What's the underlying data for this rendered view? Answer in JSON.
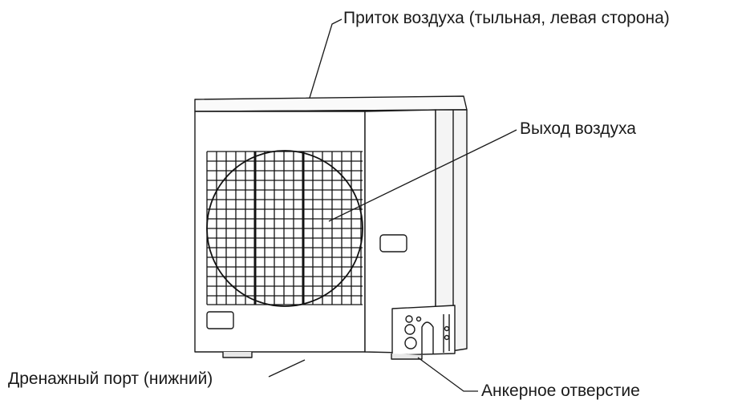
{
  "labels": {
    "air_intake": "Приток воздуха (тыльная, левая сторона)",
    "air_outlet": "Выход воздуха",
    "drain_port": "Дренажный порт (нижний)",
    "anchor_hole": "Анкерное отверстие"
  },
  "colors": {
    "line": "#1a1a1a",
    "body_fill": "#ffffff",
    "grille": "#111111"
  }
}
